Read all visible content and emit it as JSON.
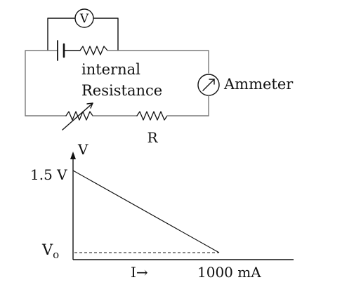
{
  "circuit": {
    "voltmeter_symbol": "V",
    "internal_label_line1": "internal",
    "internal_label_line2": "Resistance",
    "ammeter_label": "Ammeter",
    "resistor_label": "R"
  },
  "graph": {
    "y_axis_label": "V",
    "y_top_label": "1.5 V",
    "y_bottom_label_main": "V",
    "y_bottom_label_sub": "o",
    "x_axis_label": "I→",
    "x_end_label": "1000 mA"
  },
  "chart_data": {
    "type": "line",
    "series": [
      {
        "x": [
          0,
          1000
        ],
        "y": [
          1.5,
          0.1
        ]
      }
    ],
    "xlabel": "I",
    "ylabel": "V",
    "annotations": [
      "1.5 V",
      "Vo",
      "1000 mA"
    ]
  },
  "colors": {
    "wire": "#7a7a7a",
    "ink": "#111111",
    "background": "#ffffff"
  }
}
